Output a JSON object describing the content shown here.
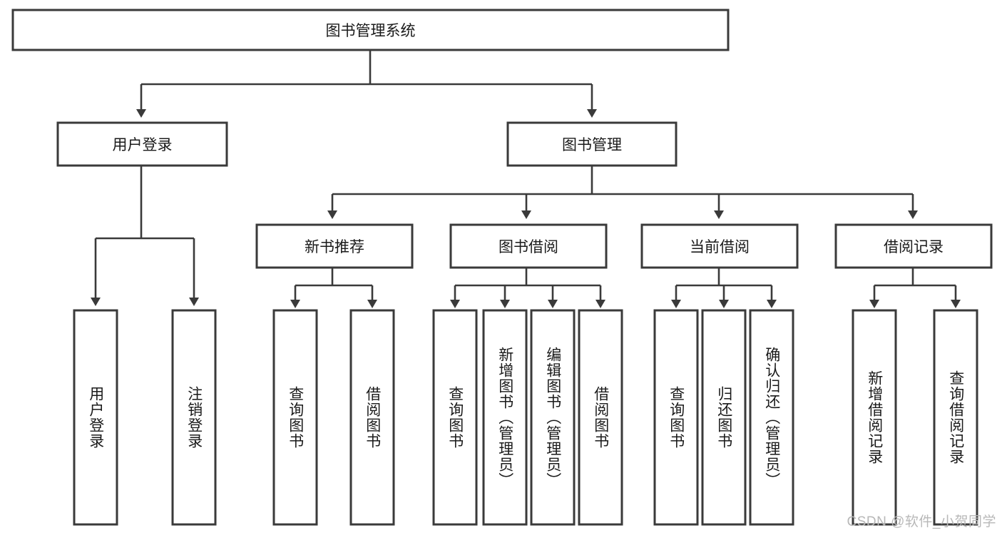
{
  "diagram": {
    "type": "tree-hierarchy",
    "title": "图书管理系统",
    "watermark": "CSDN @软件_小贺同学",
    "colors": {
      "box_stroke": "#3a3a3a",
      "box_fill": "#ffffff",
      "connector": "#3a3a3a",
      "text": "#1a1a1a",
      "watermark": "#b8b8b8",
      "background": "#ffffff"
    },
    "root": {
      "label": "图书管理系统",
      "orientation": "horizontal"
    },
    "level2": [
      {
        "label": "用户登录",
        "orientation": "horizontal"
      },
      {
        "label": "图书管理",
        "orientation": "horizontal"
      }
    ],
    "level3": [
      {
        "label": "新书推荐",
        "orientation": "horizontal"
      },
      {
        "label": "图书借阅",
        "orientation": "horizontal"
      },
      {
        "label": "当前借阅",
        "orientation": "horizontal"
      },
      {
        "label": "借阅记录",
        "orientation": "horizontal"
      }
    ],
    "leaves": {
      "user_login": [
        {
          "label": "用户登录",
          "orientation": "vertical"
        },
        {
          "label": "注销登录",
          "orientation": "vertical"
        }
      ],
      "new_book_recommend": [
        {
          "label": "查询图书",
          "orientation": "vertical"
        },
        {
          "label": "借阅图书",
          "orientation": "vertical"
        }
      ],
      "book_borrow": [
        {
          "label": "查询图书",
          "orientation": "vertical"
        },
        {
          "label": "新增图书（管理员）",
          "orientation": "vertical"
        },
        {
          "label": "编辑图书（管理员）",
          "orientation": "vertical"
        },
        {
          "label": "借阅图书",
          "orientation": "vertical"
        }
      ],
      "current_borrow": [
        {
          "label": "查询图书",
          "orientation": "vertical"
        },
        {
          "label": "归还图书",
          "orientation": "vertical"
        },
        {
          "label": "确认归还（管理员）",
          "orientation": "vertical"
        }
      ],
      "borrow_record": [
        {
          "label": "新增借阅记录",
          "orientation": "vertical"
        },
        {
          "label": "查询借阅记录",
          "orientation": "vertical"
        }
      ]
    }
  }
}
